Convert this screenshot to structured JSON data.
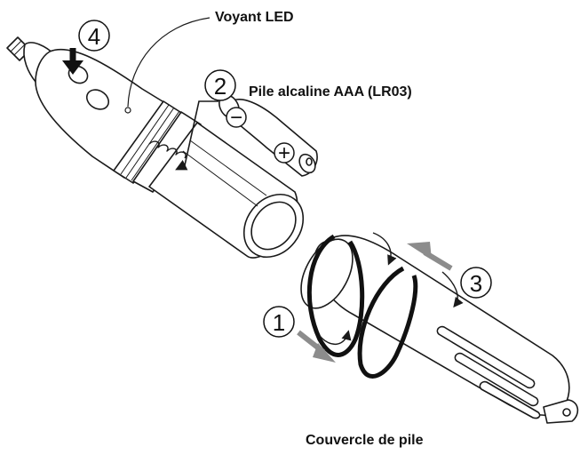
{
  "labels": {
    "led": "Voyant LED",
    "battery": "Pile alcaline AAA (LR03)",
    "cover": "Couvercle de pile"
  },
  "steps": {
    "one": "1",
    "two": "2",
    "three": "3",
    "four": "4"
  },
  "polarity": {
    "negative": "−",
    "positive": "+"
  },
  "colors": {
    "line": "#1a1a1a",
    "arrow_gray": "#8c8c8c",
    "ring_black": "#111111"
  }
}
